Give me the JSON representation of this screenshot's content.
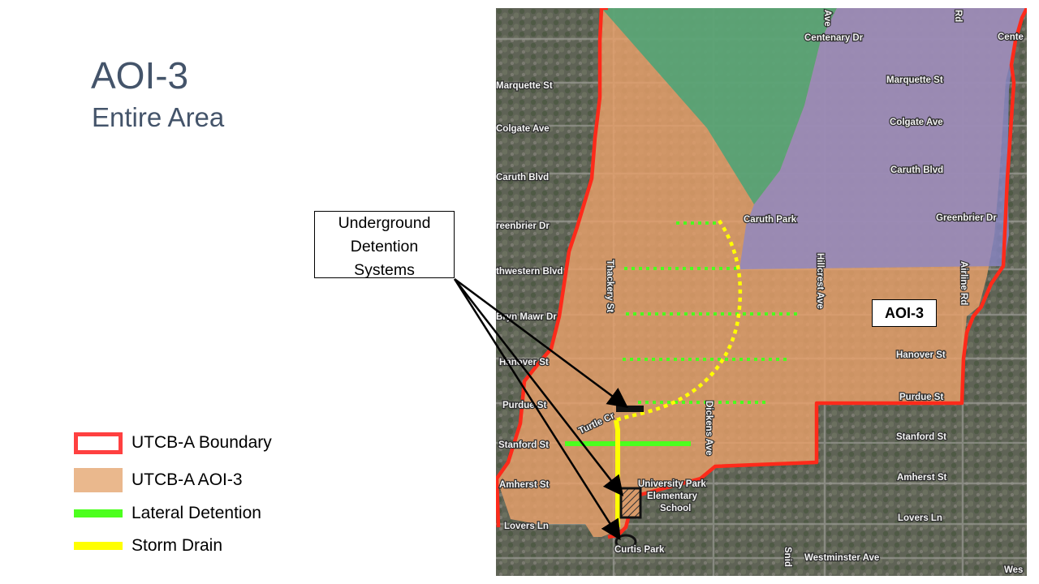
{
  "slide": {
    "title": "AOI-3",
    "subtitle": "Entire Area"
  },
  "callout": {
    "lines": [
      "Underground",
      "Detention",
      "Systems"
    ]
  },
  "map": {
    "aoi_label": "AOI-3",
    "streets": {
      "centenary_dr": "Centenary Dr",
      "centenary_dr_right": "Cente",
      "marquette_st_left": "Marquette St",
      "marquette_st_right": "Marquette St",
      "colgate_ave_left": "Colgate Ave",
      "colgate_ave_right": "Colgate Ave",
      "caruth_blvd_left": "Caruth Blvd",
      "caruth_blvd_right": "Caruth Blvd",
      "greenbrier_dr_left": "reenbrier Dr",
      "greenbrier_dr_right": "Greenbrier Dr",
      "northwestern_blvd": "thwestern Blvd",
      "bryn_mawr_dr": "Bryn Mawr Dr",
      "hanover_st_left": "Hanover St",
      "hanover_st_right": "Hanover St",
      "purdue_st_left": "Purdue St",
      "purdue_st_right": "Purdue St",
      "stanford_st_left": "Stanford St",
      "stanford_st_right": "Stanford St",
      "amherst_st_left": "Amherst St",
      "amherst_st_right": "Amherst St",
      "lovers_ln_left": "Lovers Ln",
      "lovers_ln_right": "Lovers Ln",
      "westminster_ave": "Westminster Ave",
      "westminster_right": "Wes",
      "thackery_st": "Thackery St",
      "hillcrest_ave": "Hillcrest Ave",
      "airline_rd": "Airline Rd",
      "dickens_ave": "Dickens Ave",
      "turtle_creek": "Turtle Cr",
      "snider": "Snid",
      "caruth_park": "Caruth Park",
      "university_park": "University Park",
      "elementary": "Elementary",
      "school": "School",
      "curtis_park": "Curtis Park",
      "top_ave_fragment": "Ave",
      "top_rd_fragment": "Rd"
    }
  },
  "legend": [
    {
      "label": "UTCB-A Boundary",
      "kind": "boundary"
    },
    {
      "label": "UTCB-A AOI-3",
      "kind": "aoi"
    },
    {
      "label": "Lateral Detention",
      "kind": "lateral"
    },
    {
      "label": "Storm Drain",
      "kind": "storm"
    }
  ],
  "colors": {
    "boundary": "#ff2a1a",
    "aoi": "#e8a06a",
    "lateral": "#4cff1e",
    "storm": "#ffff00",
    "green_zone": "#2fa67a",
    "purple_zone": "#8a86c8",
    "title": "#44546a"
  }
}
